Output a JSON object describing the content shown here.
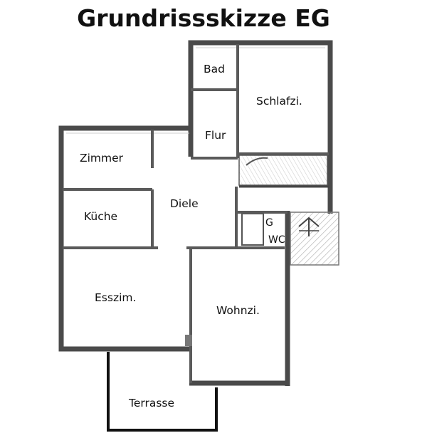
{
  "title": "Grundrissskizze EG",
  "rooms": {
    "bad": "Bad",
    "schlafzi": "Schlafzi.",
    "flur": "Flur",
    "zimmer": "Zimmer",
    "diele": "Diele",
    "kueche": "Küche",
    "g": "G",
    "wc": "WC",
    "esszim": "Esszim.",
    "wohnzi": "Wohnzi.",
    "terrasse": "Terrasse"
  }
}
